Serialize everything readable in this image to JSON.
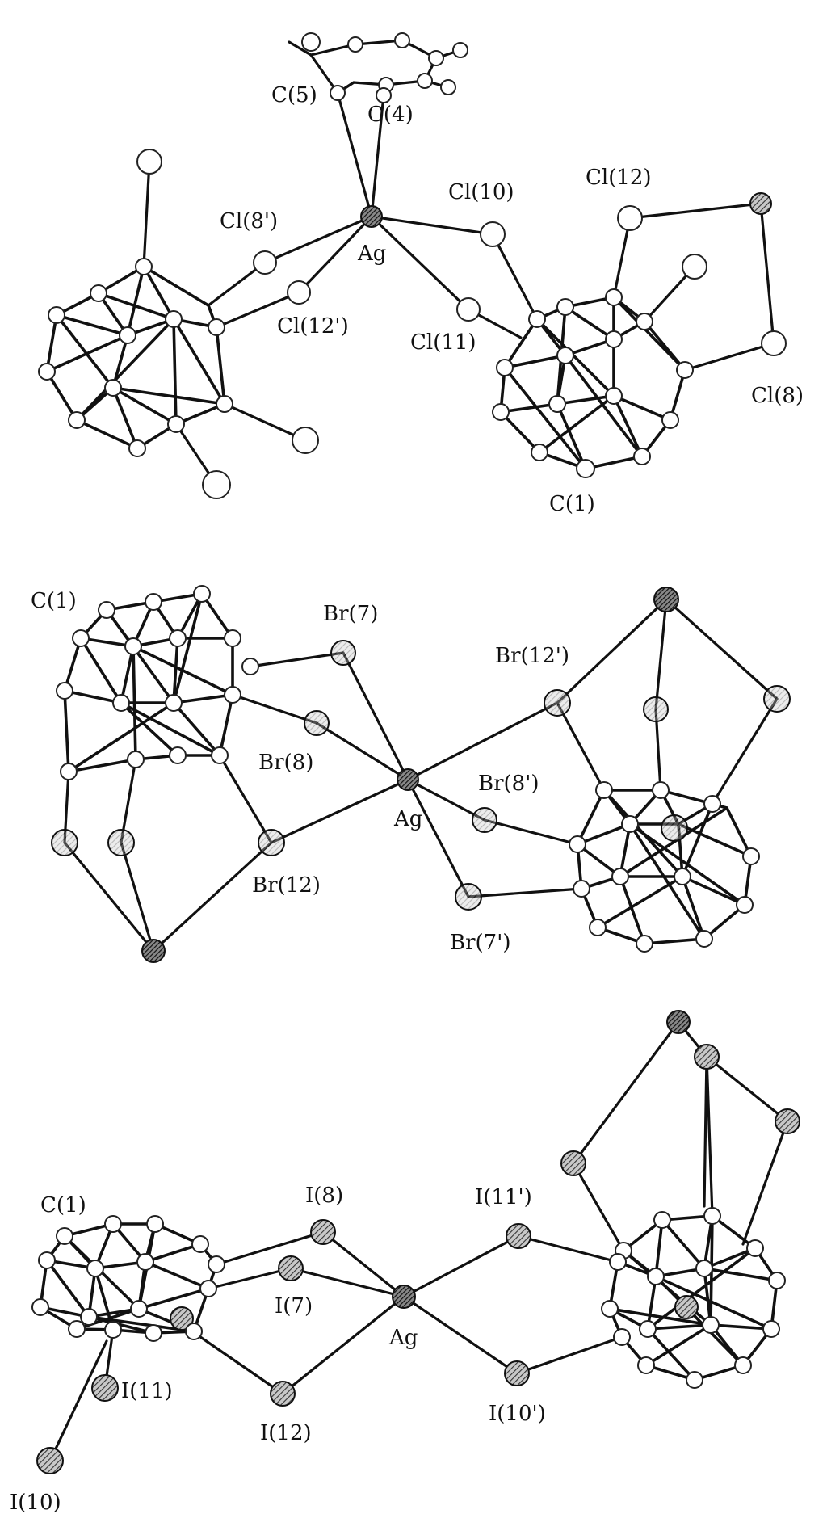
{
  "figure": {
    "panels": [
      {
        "id": "cl",
        "labels": [
          "C(5)",
          "C(4)",
          "Cl(8')",
          "Ag",
          "Cl(10)",
          "Cl(12)",
          "Cl(12')",
          "Cl(11)",
          "Cl(8)",
          "C(1)"
        ]
      },
      {
        "id": "br",
        "labels": [
          "C(1)",
          "Br(7)",
          "Br(12')",
          "Br(8)",
          "Ag",
          "Br(8')",
          "Br(12)",
          "Br(7')"
        ]
      },
      {
        "id": "i",
        "labels": [
          "C(1)",
          "I(8)",
          "I(11')",
          "I(7)",
          "Ag",
          "I(11)",
          "I(12)",
          "I(10')",
          "I(10)"
        ]
      }
    ]
  },
  "colors": {
    "atom_fill": "#ffffff",
    "bond": "#111111",
    "shaded_atom": "#7a7a7a",
    "metal_atom": "#555555"
  }
}
